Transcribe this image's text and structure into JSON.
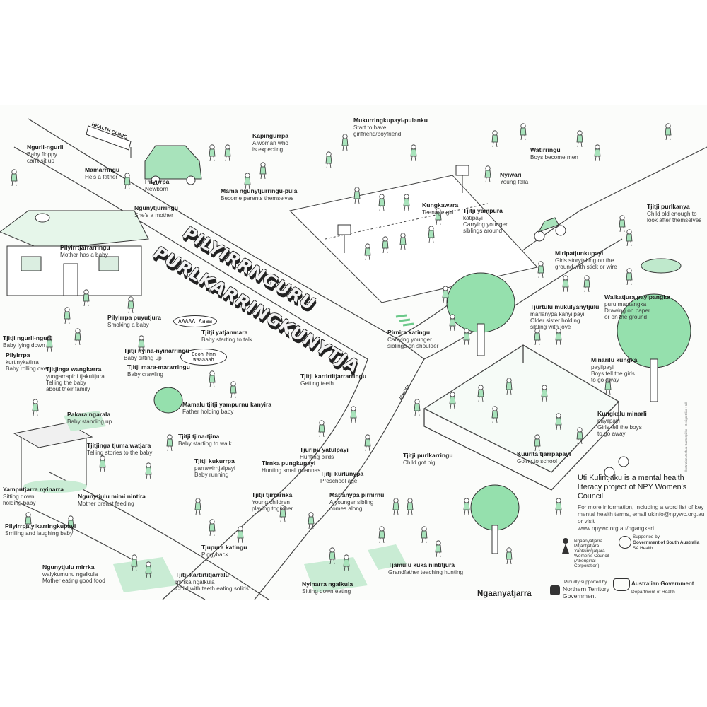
{
  "title": {
    "line1": "PILYIRRNGURU",
    "line2": "PURLKARRINGKUNYTJA"
  },
  "signs": {
    "health_clinic": "HEALTH CLINIC",
    "school": "SCHOOL"
  },
  "speech": {
    "bubble1": "AAAAA Aaaa",
    "bubble2": "Oooh Mmm Waaaaah"
  },
  "labels": [
    {
      "id": "ngurli",
      "title": "Ngurli-ngurli",
      "sub": [
        "Baby floppy",
        "can't sit up"
      ]
    },
    {
      "id": "mamarringu",
      "title": "Mamarringu",
      "sub": [
        "He's a father"
      ]
    },
    {
      "id": "pilyirrpa",
      "title": "Pilyirrpa",
      "sub": [
        "Newborn"
      ]
    },
    {
      "id": "ngunytjurringu",
      "title": "Ngunytjurringu",
      "sub": [
        "She's a mother"
      ]
    },
    {
      "id": "kapingurrpa",
      "title": "Kapingurrpa",
      "sub": [
        "A woman who",
        "is expecting"
      ]
    },
    {
      "id": "mama",
      "title": "Mama ngunytjurringu-pula",
      "sub": [
        "Become parents themselves"
      ]
    },
    {
      "id": "mukurring",
      "title": "Mukurringkupayi-pulanku",
      "sub": [
        "Start to have",
        "girlfriend/boyfriend"
      ]
    },
    {
      "id": "watirringu",
      "title": "Watirringu",
      "sub": [
        "Boys become men"
      ]
    },
    {
      "id": "nyiwari",
      "title": "Nyiwari",
      "sub": [
        "Young fella"
      ]
    },
    {
      "id": "kungkawara",
      "title": "Kungkawara",
      "sub": [
        "Teenage girl"
      ]
    },
    {
      "id": "tjitjiyampura",
      "title": "Tjitji yampura",
      "sub": [
        "katipayi",
        "Carrying younger",
        "siblings around"
      ]
    },
    {
      "id": "purlkanya",
      "title": "Tjitji purlkanya",
      "sub": [
        "Child old enough to",
        "look after themselves"
      ]
    },
    {
      "id": "pilyirrtjarra",
      "title": "Pilyirrtjarrarringu",
      "sub": [
        "Mother has a baby"
      ]
    },
    {
      "id": "mirlpatjun",
      "title": "Mirlpatjunkupayi",
      "sub": [
        "Girls storytelling on the",
        "ground with stick or wire"
      ]
    },
    {
      "id": "walkatjura",
      "title": "Walkatjura payipangka",
      "sub": [
        "puru mantangka",
        "Drawing on paper",
        "or on the ground"
      ]
    },
    {
      "id": "tjurtulu",
      "title": "Tjurtulu mukulyanytjulu",
      "sub": [
        "marlanypa kanyilpayi",
        "Older sister holding",
        "sibling with love"
      ]
    },
    {
      "id": "pirnira",
      "title": "Pirnira katingu",
      "sub": [
        "Carrying younger",
        "siblings on shoulder"
      ]
    },
    {
      "id": "puyutjura",
      "title": "Pilyirrpa puyutjura",
      "sub": [
        "Smoking a baby"
      ]
    },
    {
      "id": "yatjanmara",
      "title": "Tjitji yatjanmara",
      "sub": [
        "Baby starting to talk"
      ]
    },
    {
      "id": "tjitjingurli",
      "title": "Tjitji ngurli-ngurli",
      "sub": [
        "Baby lying down"
      ]
    },
    {
      "id": "kurtiny",
      "title": "Pilyirrpa",
      "sub": [
        "kurtinykatirra",
        "Baby rolling over"
      ]
    },
    {
      "id": "nyina",
      "title": "Tjitji nyina-nyinarringu",
      "sub": [
        "Baby sitting up"
      ]
    },
    {
      "id": "wangkarra",
      "title": "Tjitjinga wangkarra",
      "sub": [
        "yungarrapirti tjakultjura",
        "Telling the baby",
        "about their family"
      ]
    },
    {
      "id": "maramarr",
      "title": "Tjitji mara-mararringu",
      "sub": [
        "Baby crawling"
      ]
    },
    {
      "id": "kartirtitjarr",
      "title": "Tjitji kartirtitjarrarringu",
      "sub": [
        "Getting teeth"
      ]
    },
    {
      "id": "minarilu",
      "title": "Minarilu kungka",
      "sub": [
        "payilpayi",
        "Boys tell the girls",
        "to go away"
      ]
    },
    {
      "id": "kungkalu",
      "title": "Kungkalu minarli",
      "sub": [
        "payilpayi",
        "Girls tell the boys",
        "to go away"
      ]
    },
    {
      "id": "mamalu",
      "title": "Mamalu tjitji yampurnu kanyira",
      "sub": [
        "Father holding baby"
      ]
    },
    {
      "id": "pakara",
      "title": "Pakara ngarala",
      "sub": [
        "Baby standing up"
      ]
    },
    {
      "id": "tjuma",
      "title": "Tjitjinga tjuma watjara",
      "sub": [
        "Telling stories to the baby"
      ]
    },
    {
      "id": "tjina",
      "title": "Tjitji tjina-tjina",
      "sub": [
        "Baby starting to walk"
      ]
    },
    {
      "id": "kukurrpa",
      "title": "Tjitji kukurrpa",
      "sub": [
        "parrawirrtjalpayi",
        "Baby running"
      ]
    },
    {
      "id": "tjurlpu",
      "title": "Tjurlpu yatulpayi",
      "sub": [
        "Hunting birds"
      ]
    },
    {
      "id": "tirnka",
      "title": "Tirnka pungkupayi",
      "sub": [
        "Hunting small goannas"
      ]
    },
    {
      "id": "kurlunypa",
      "title": "Tjitji kurlunypa",
      "sub": [
        "Preschool age"
      ]
    },
    {
      "id": "purlkarringu",
      "title": "Tjitji purlkarringu",
      "sub": [
        "Child got big"
      ]
    },
    {
      "id": "kuurlta",
      "title": "Kuurlta tjarrpapayi",
      "sub": [
        "Going to school"
      ]
    },
    {
      "id": "yamputjarra",
      "title": "Yamputjarra nyinarra",
      "sub": [
        "Sitting down",
        "holding baby"
      ]
    },
    {
      "id": "mimi",
      "title": "Ngunytjulu mimi nintira",
      "sub": [
        "Mother breast feeding"
      ]
    },
    {
      "id": "yikarr",
      "title": "Pilyirrpa yikarringkupayi",
      "sub": [
        "Smiling and laughing baby"
      ]
    },
    {
      "id": "tjirrarnka",
      "title": "Tjitji tjirrarnka",
      "sub": [
        "Young children",
        "playing together"
      ]
    },
    {
      "id": "marlanypa",
      "title": "Marlanypa pirnirnu",
      "sub": [
        "A younger sibling",
        "comes along"
      ]
    },
    {
      "id": "tjupura",
      "title": "Tjupura katingu",
      "sub": [
        "Piggyback"
      ]
    },
    {
      "id": "mirrka",
      "title": "Ngunytjulu mirrka",
      "sub": [
        "walykumunu ngalkula",
        "Mother eating good food"
      ]
    },
    {
      "id": "kartirtitjarralu",
      "title": "Tjitji kartirtitjarralu",
      "sub": [
        "mirrka ngalkula",
        "Child with teeth eating solids"
      ]
    },
    {
      "id": "nyinarra",
      "title": "Nyinarra ngalkula",
      "sub": [
        "Sitting down eating"
      ]
    },
    {
      "id": "tjamulu",
      "title": "Tjamulu kuka nintitjura",
      "sub": [
        "Grandfather teaching hunting"
      ]
    }
  ],
  "info": {
    "line1": "Uti Kulintjaku is a mental health literacy project of NPY Women's Council",
    "line2": "For more information, including a word list of key mental health terms, email ukinfo@npywc.org.au or visit",
    "line3": "www.npywc.org.au/ngangkari"
  },
  "logos": {
    "npy": "Ngaanyatjarra Pitjantjatjara Yankunytjatjara Women's Council (Aboriginal Corporation)",
    "sa_supported": "Supported by",
    "sa_gov": "Government of South Australia",
    "sa_health": "SA Health",
    "nt_proudly": "Proudly supported by",
    "nt_gov1": "Northern Territory",
    "nt_gov2": "Government",
    "aus_gov": "Australian Government",
    "aus_dept": "Department of Health"
  },
  "language": "Ngaanyatjarra",
  "credit": "Illustration Joshua Santospirito · Design Elise Hall",
  "colors": {
    "accent_green": "#8fdca8",
    "ink": "#222222",
    "paper": "#fbfcfa"
  }
}
